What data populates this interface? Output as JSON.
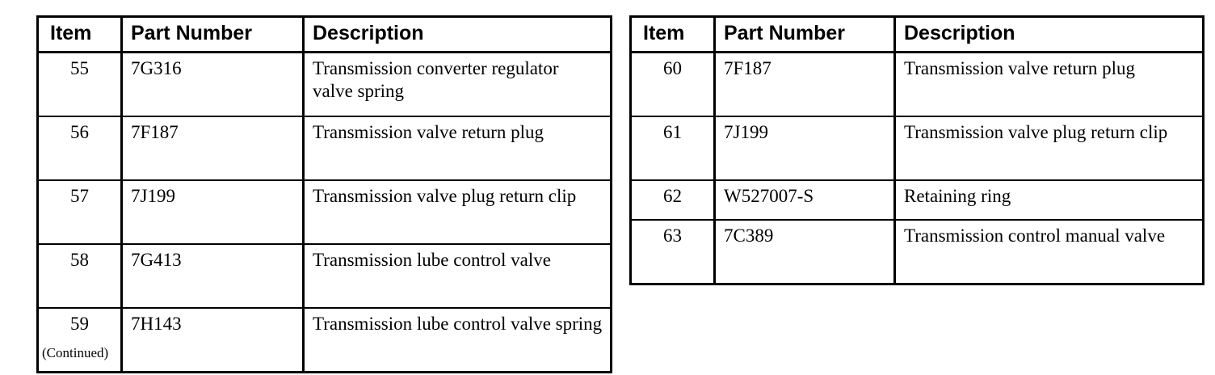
{
  "document": {
    "footer_note": "(Continued)"
  },
  "tables": [
    {
      "id": "left-table",
      "columns": [
        "Item",
        "Part Number",
        "Description"
      ],
      "rows": [
        {
          "item": "55",
          "part_number": "7G316",
          "description": "Transmission converter regulator valve spring"
        },
        {
          "item": "56",
          "part_number": "7F187",
          "description": "Transmission valve return plug"
        },
        {
          "item": "57",
          "part_number": "7J199",
          "description": "Transmission valve plug return clip"
        },
        {
          "item": "58",
          "part_number": "7G413",
          "description": "Transmission lube control valve"
        },
        {
          "item": "59",
          "part_number": "7H143",
          "description": "Transmission lube control valve spring"
        }
      ]
    },
    {
      "id": "right-table",
      "columns": [
        "Item",
        "Part Number",
        "Description"
      ],
      "rows": [
        {
          "item": "60",
          "part_number": "7F187",
          "description": "Transmission valve return plug"
        },
        {
          "item": "61",
          "part_number": "7J199",
          "description": "Transmission valve plug return clip"
        },
        {
          "item": "62",
          "part_number": "W527007-S",
          "description": "Retaining ring"
        },
        {
          "item": "63",
          "part_number": "7C389",
          "description": "Transmission control manual valve"
        }
      ]
    }
  ],
  "colors": {
    "page_background": "#ffffff",
    "text": "#000000",
    "border": "#000000"
  }
}
